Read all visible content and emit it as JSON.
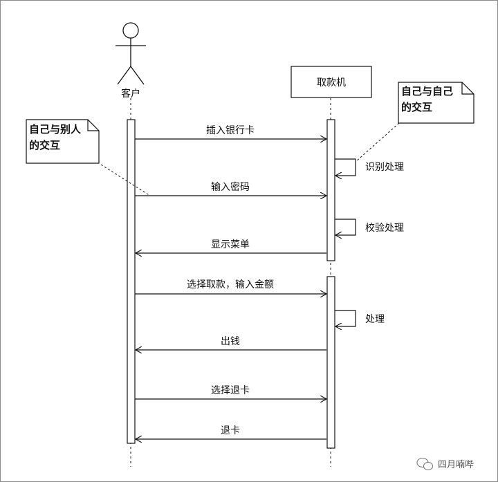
{
  "participants": {
    "customer": "客户",
    "atm": "取款机"
  },
  "notes": {
    "left_line1": "自己与别人",
    "left_line2": "的交互",
    "right_line1": "自己与自己",
    "right_line2": "的交互"
  },
  "messages": [
    {
      "from": "customer",
      "to": "atm",
      "label": "插入银行卡"
    },
    {
      "from": "atm",
      "to": "atm",
      "label": "识别处理"
    },
    {
      "from": "customer",
      "to": "atm",
      "label": "输入密码"
    },
    {
      "from": "atm",
      "to": "atm",
      "label": "校验处理"
    },
    {
      "from": "atm",
      "to": "customer",
      "label": "显示菜单"
    },
    {
      "from": "customer",
      "to": "atm",
      "label": "选择取款，输入金额"
    },
    {
      "from": "atm",
      "to": "atm",
      "label": "处理"
    },
    {
      "from": "atm",
      "to": "customer",
      "label": "出钱"
    },
    {
      "from": "customer",
      "to": "atm",
      "label": "选择退卡"
    },
    {
      "from": "atm",
      "to": "customer",
      "label": "退卡"
    }
  ],
  "watermark": "四月喃哔",
  "colors": {
    "stroke": "#111111",
    "activation_fill": "#ffffff"
  }
}
